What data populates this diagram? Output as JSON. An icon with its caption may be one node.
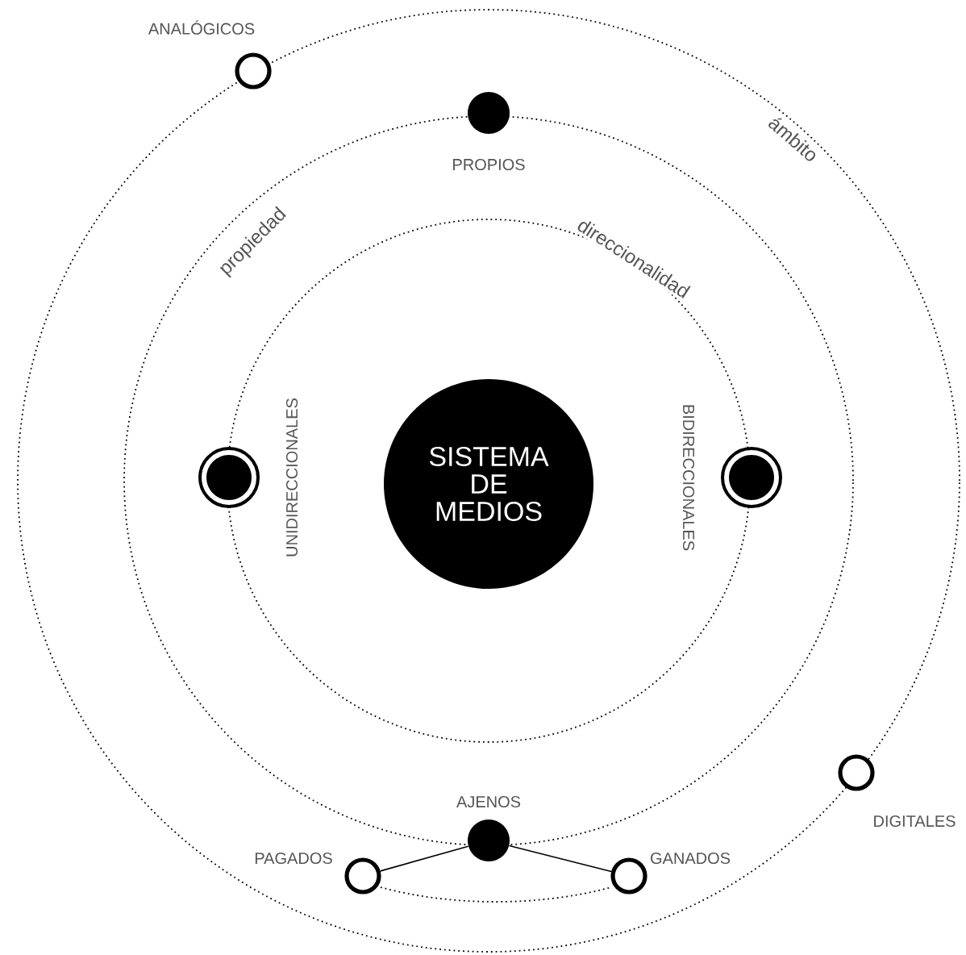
{
  "diagram": {
    "nodes": [
      {
        "text": [
          "ANALÓGICOS"
        ]
      },
      {
        "text": [
          "PROPIOS"
        ]
      },
      {
        "text": [
          "SISTEMA DE MEDIOS"
        ]
      },
      {
        "text": [
          "UNIDIRECCIONALES"
        ]
      },
      {
        "text": [
          "BIDIRECCIONALES"
        ]
      },
      {
        "text": [
          "DIGITALES"
        ]
      },
      {
        "text": [
          "AJENOS"
        ]
      },
      {
        "text": [
          "PAGADOS"
        ]
      },
      {
        "text": [
          "GANADOS"
        ]
      }
    ],
    "edges": [
      {
        "from": 6,
        "to": 7,
        "arrow": "none"
      },
      {
        "from": 6,
        "to": 8,
        "arrow": "none"
      }
    ],
    "labels": [
      "ámbito",
      "propiedad",
      "direccionalidad"
    ]
  }
}
